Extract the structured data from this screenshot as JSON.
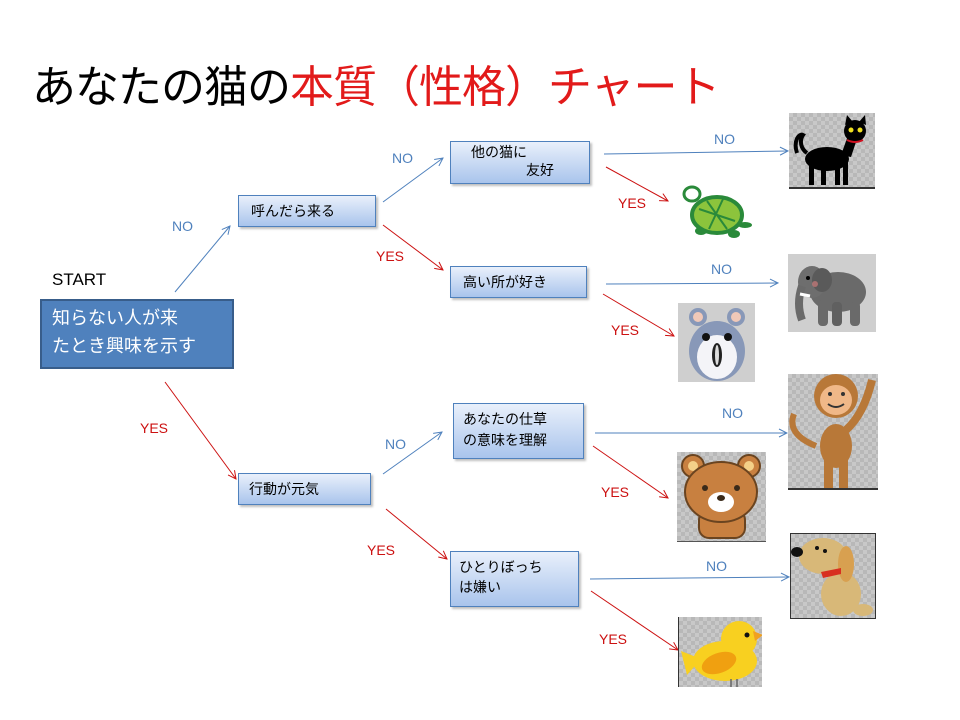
{
  "title": {
    "part_black": "あなたの猫の",
    "part_red": "本質（性格）チャート"
  },
  "colors": {
    "box_fill_top": "#e9f0fb",
    "box_fill_bottom": "#a9c4ec",
    "start_box": "#4f81bd",
    "no_arrow": "#4f81bd",
    "yes_arrow": "#cc1111",
    "title_red": "#e21a1a"
  },
  "start": {
    "label": "START",
    "question_line1": "知らない人が来",
    "question_line2": "たとき興味を示す"
  },
  "questions": {
    "call": "呼んだら来る",
    "active": "行動が元気",
    "friendly_line1": "他の猫に",
    "friendly_line2": "友好",
    "high_places": "高い所が好き",
    "understand_line1": "あなたの仕草",
    "understand_line2": "の意味を理解",
    "lonely_line1": "ひとりぼっち",
    "lonely_line2": "は嫌い"
  },
  "branch_labels": {
    "no": "NO",
    "yes": "YES"
  },
  "results": [
    {
      "path": "start NO → call NO → friendly NO",
      "animal": "cat-icon"
    },
    {
      "path": "start NO → call NO → friendly YES",
      "animal": "turtle-icon"
    },
    {
      "path": "start NO → call YES → high places NO",
      "animal": "elephant-icon"
    },
    {
      "path": "start NO → call YES → high places YES",
      "animal": "hamster-icon"
    },
    {
      "path": "start YES → active NO → understand NO",
      "animal": "monkey-icon"
    },
    {
      "path": "start YES → active NO → understand YES",
      "animal": "bear-icon"
    },
    {
      "path": "start YES → active YES → lonely NO",
      "animal": "dog-icon"
    },
    {
      "path": "start YES → active YES → lonely YES",
      "animal": "bird-icon"
    }
  ]
}
